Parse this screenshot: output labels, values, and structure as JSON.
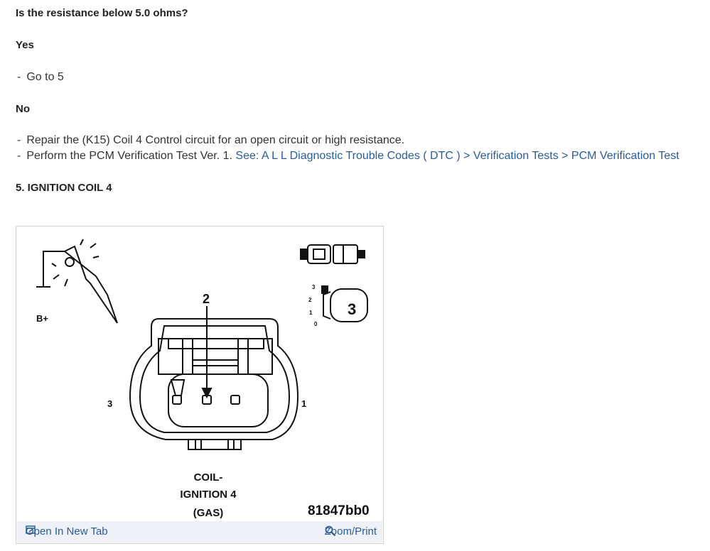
{
  "question": "Is the resistance below 5.0 ohms?",
  "yes": {
    "heading": "Yes",
    "items": [
      {
        "text": "Go to 5"
      }
    ]
  },
  "no": {
    "heading": "No",
    "items": [
      {
        "text": "Repair the (K15) Coil 4 Control circuit for an open circuit or high resistance."
      },
      {
        "text": "Perform the PCM Verification Test Ver. 1.",
        "link": "See: A L L Diagnostic Trouble Codes ( DTC ) > Verification Tests > PCM Verification Test"
      }
    ]
  },
  "section_heading": "5. IGNITION COIL 4",
  "figure": {
    "labels": {
      "b_plus": "B+",
      "pin_center": "2",
      "pin_left": "3",
      "pin_right": "1",
      "meter_setting": "3",
      "scale_3": "3",
      "scale_2": "2",
      "scale_1": "1",
      "scale_0": "0",
      "caption_line1": "COIL-",
      "caption_line2": "IGNITION 4",
      "caption_line3": "(GAS)",
      "figure_id": "81847bb0"
    },
    "open_new_tab": "Open In New Tab",
    "zoom_print": "Zoom/Print"
  }
}
